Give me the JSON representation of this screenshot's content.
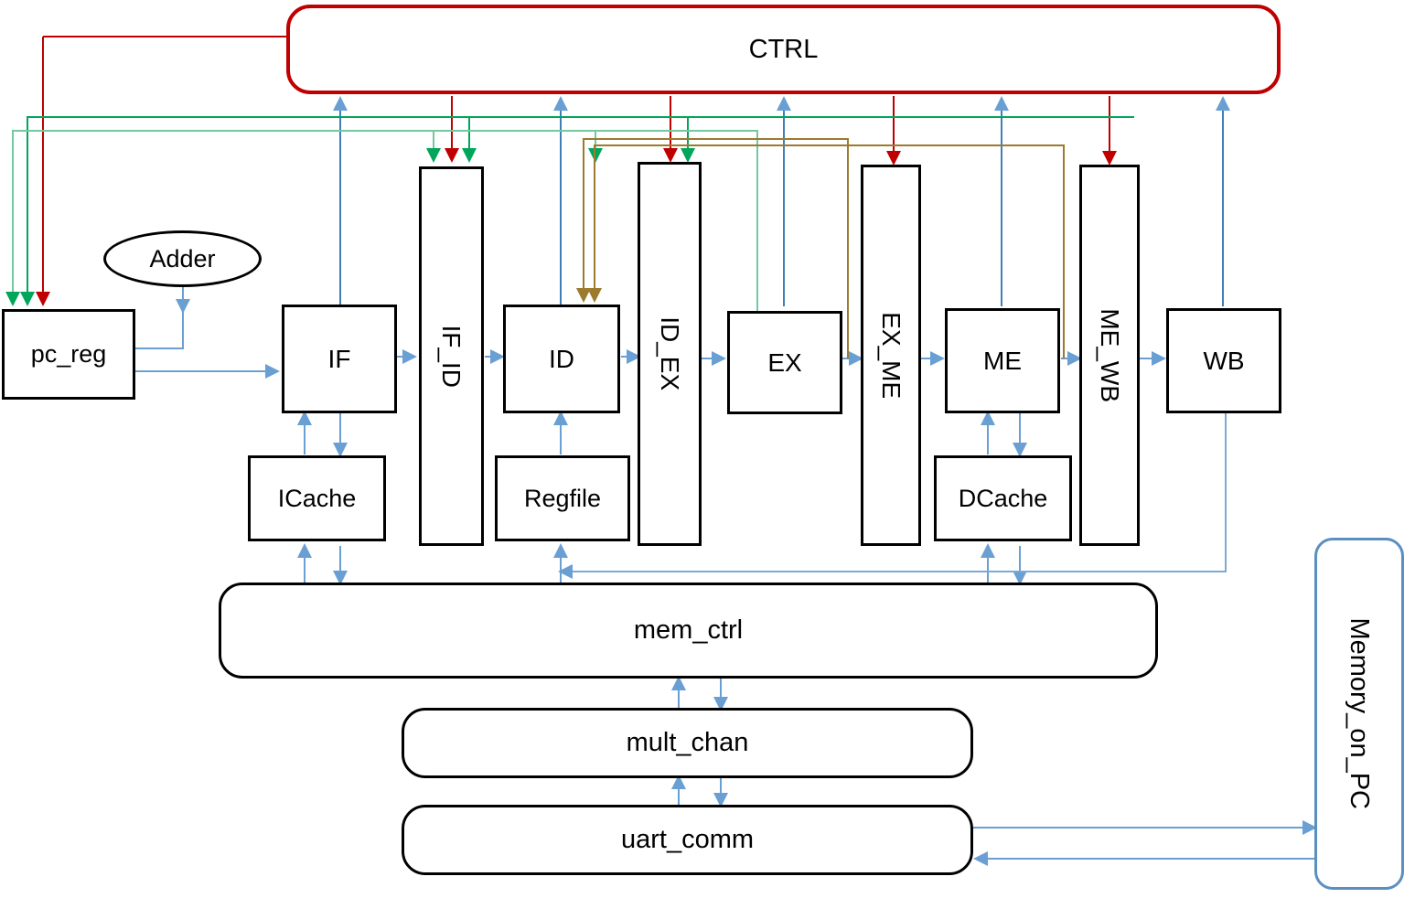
{
  "diagram": {
    "title": "CPU pipeline block diagram",
    "colors": {
      "data_blue": "#6A9FD4",
      "control_red": "#C00000",
      "flush_green": "#00A65A",
      "stall_lightgreen": "#73C8A0",
      "forward_brown": "#9C7A2E",
      "block_black": "#000000",
      "background": "#FFFFFF"
    },
    "blocks": [
      {
        "id": "ctrl",
        "label": "CTRL",
        "shape": "rounded-rect",
        "orient": "horizontal",
        "border": "control_red"
      },
      {
        "id": "adder",
        "label": "Adder",
        "shape": "ellipse",
        "orient": "horizontal",
        "border": "block_black"
      },
      {
        "id": "pc_reg",
        "label": "pc_reg",
        "shape": "rect",
        "orient": "horizontal",
        "border": "block_black"
      },
      {
        "id": "if",
        "label": "IF",
        "shape": "rect",
        "orient": "horizontal",
        "border": "block_black"
      },
      {
        "id": "if_id",
        "label": "IF_ID",
        "shape": "rect",
        "orient": "vertical",
        "border": "block_black"
      },
      {
        "id": "id",
        "label": "ID",
        "shape": "rect",
        "orient": "horizontal",
        "border": "block_black"
      },
      {
        "id": "id_ex",
        "label": "ID_EX",
        "shape": "rect",
        "orient": "vertical",
        "border": "block_black"
      },
      {
        "id": "ex",
        "label": "EX",
        "shape": "rect",
        "orient": "horizontal",
        "border": "block_black"
      },
      {
        "id": "ex_me",
        "label": "EX_ME",
        "shape": "rect",
        "orient": "vertical",
        "border": "block_black"
      },
      {
        "id": "me",
        "label": "ME",
        "shape": "rect",
        "orient": "horizontal",
        "border": "block_black"
      },
      {
        "id": "me_wb",
        "label": "ME_WB",
        "shape": "rect",
        "orient": "vertical",
        "border": "block_black"
      },
      {
        "id": "wb",
        "label": "WB",
        "shape": "rect",
        "orient": "horizontal",
        "border": "block_black"
      },
      {
        "id": "icache",
        "label": "ICache",
        "shape": "rect",
        "orient": "horizontal",
        "border": "block_black"
      },
      {
        "id": "regfile",
        "label": "Regfile",
        "shape": "rect",
        "orient": "horizontal",
        "border": "block_black"
      },
      {
        "id": "dcache",
        "label": "DCache",
        "shape": "rect",
        "orient": "horizontal",
        "border": "block_black"
      },
      {
        "id": "mem_ctrl",
        "label": "mem_ctrl",
        "shape": "rounded-rect",
        "orient": "horizontal",
        "border": "block_black"
      },
      {
        "id": "mult_chan",
        "label": "mult_chan",
        "shape": "rounded-rect",
        "orient": "horizontal",
        "border": "block_black"
      },
      {
        "id": "uart_comm",
        "label": "uart_comm",
        "shape": "rounded-rect",
        "orient": "horizontal",
        "border": "block_black"
      },
      {
        "id": "memory_pc",
        "label": "Memory_on_PC",
        "shape": "rounded-rect",
        "orient": "vertical",
        "border": "data_blue"
      }
    ],
    "labels": {
      "ctrl": "CTRL",
      "adder": "Adder",
      "pc_reg": "pc_reg",
      "if": "IF",
      "if_id": "IF_ID",
      "id": "ID",
      "id_ex": "ID_EX",
      "ex": "EX",
      "ex_me": "EX_ME",
      "me": "ME",
      "me_wb": "ME_WB",
      "wb": "WB",
      "icache": "ICache",
      "regfile": "Regfile",
      "dcache": "DCache",
      "mem_ctrl": "mem_ctrl",
      "mult_chan": "mult_chan",
      "uart_comm": "uart_comm",
      "memory_pc": "Memory_on_PC"
    }
  }
}
